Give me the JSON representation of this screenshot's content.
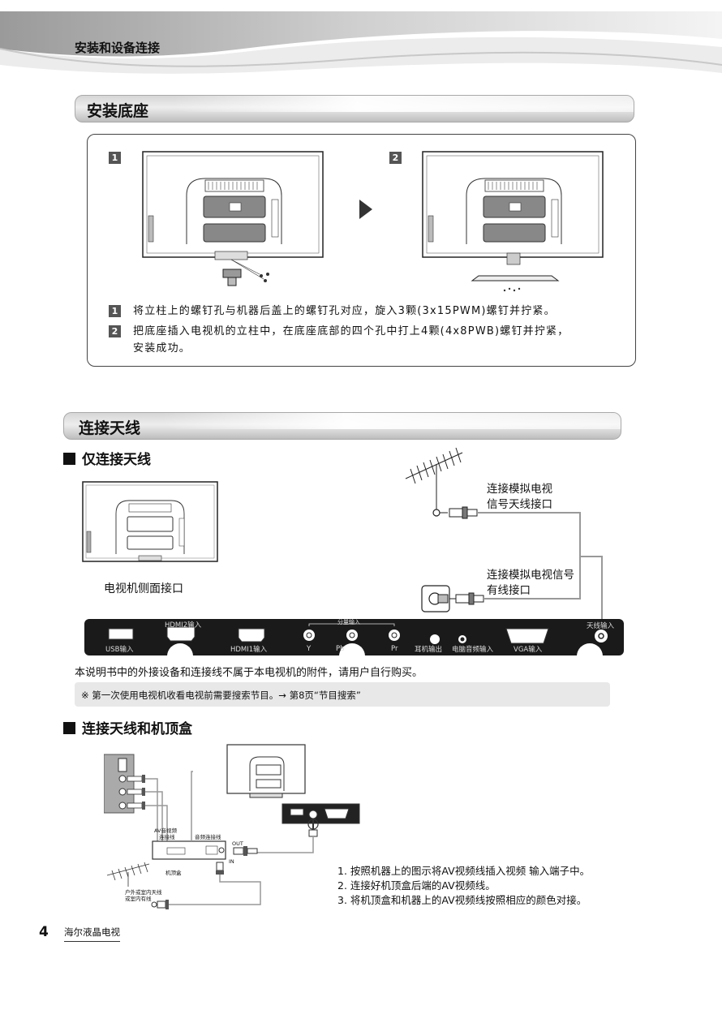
{
  "header": {
    "title": "安装和设备连接"
  },
  "section_stand": {
    "title": "安装底座",
    "step1_num": "1",
    "step2_num": "2",
    "steps": [
      {
        "num": "1",
        "text": "将立柱上的螺钉孔与机器后盖上的螺钉孔对应，旋入3颗(3x15PWM)螺钉并拧紧。"
      },
      {
        "num": "2",
        "text_line1": "把底座插入电视机的立柱中，在底座底部的四个孔中打上4颗(4x8PWB)螺钉并拧紧，",
        "text_line2": "安装成功。"
      }
    ]
  },
  "section_antenna": {
    "title": "连接天线",
    "sub1": "仅连接天线",
    "label_analog_antenna_line1": "连接模拟电视",
    "label_analog_antenna_line2": "信号天线接口",
    "label_cable_line1": "连接模拟电视信号",
    "label_cable_line2": "有线接口",
    "tv_side_label": "电视机侧面接口",
    "panel": {
      "usb": "USB输入",
      "hdmi2": "HDMI2输入",
      "hdmi1": "HDMI1输入",
      "component": "分量输入",
      "y": "Y",
      "pb": "Pb",
      "pr": "Pr",
      "headphone": "耳机输出",
      "pc_audio": "电脑音频输入",
      "vga": "VGA输入",
      "antenna": "天线输入"
    },
    "disclaimer": "本说明书中的外接设备和连接线不属于本电视机的附件，请用户自行购买。",
    "note": "※ 第一次使用电视机收看电视前需要搜索节目。→ 第8页“节目搜索”",
    "sub2": "连接天线和机顶盒",
    "diagram2": {
      "av_cable_line1": "AV音视频",
      "av_cable_line2": "连接线",
      "rf_cable": "音频连接线",
      "out": "OUT",
      "in": "IN",
      "stb": "机顶盒",
      "outdoor_line1": "户外或室内天线",
      "outdoor_line2": "或室内有线"
    },
    "instructions": [
      "1. 按照机器上的图示将AV视频线插入视频 输入端子中。",
      "2. 连接好机顶盒后端的AV视频线。",
      "3. 将机顶盒和机器上的AV视频线按照相应的颜色对接。"
    ]
  },
  "footer": {
    "page": "4",
    "brand": "海尔液晶电视"
  }
}
